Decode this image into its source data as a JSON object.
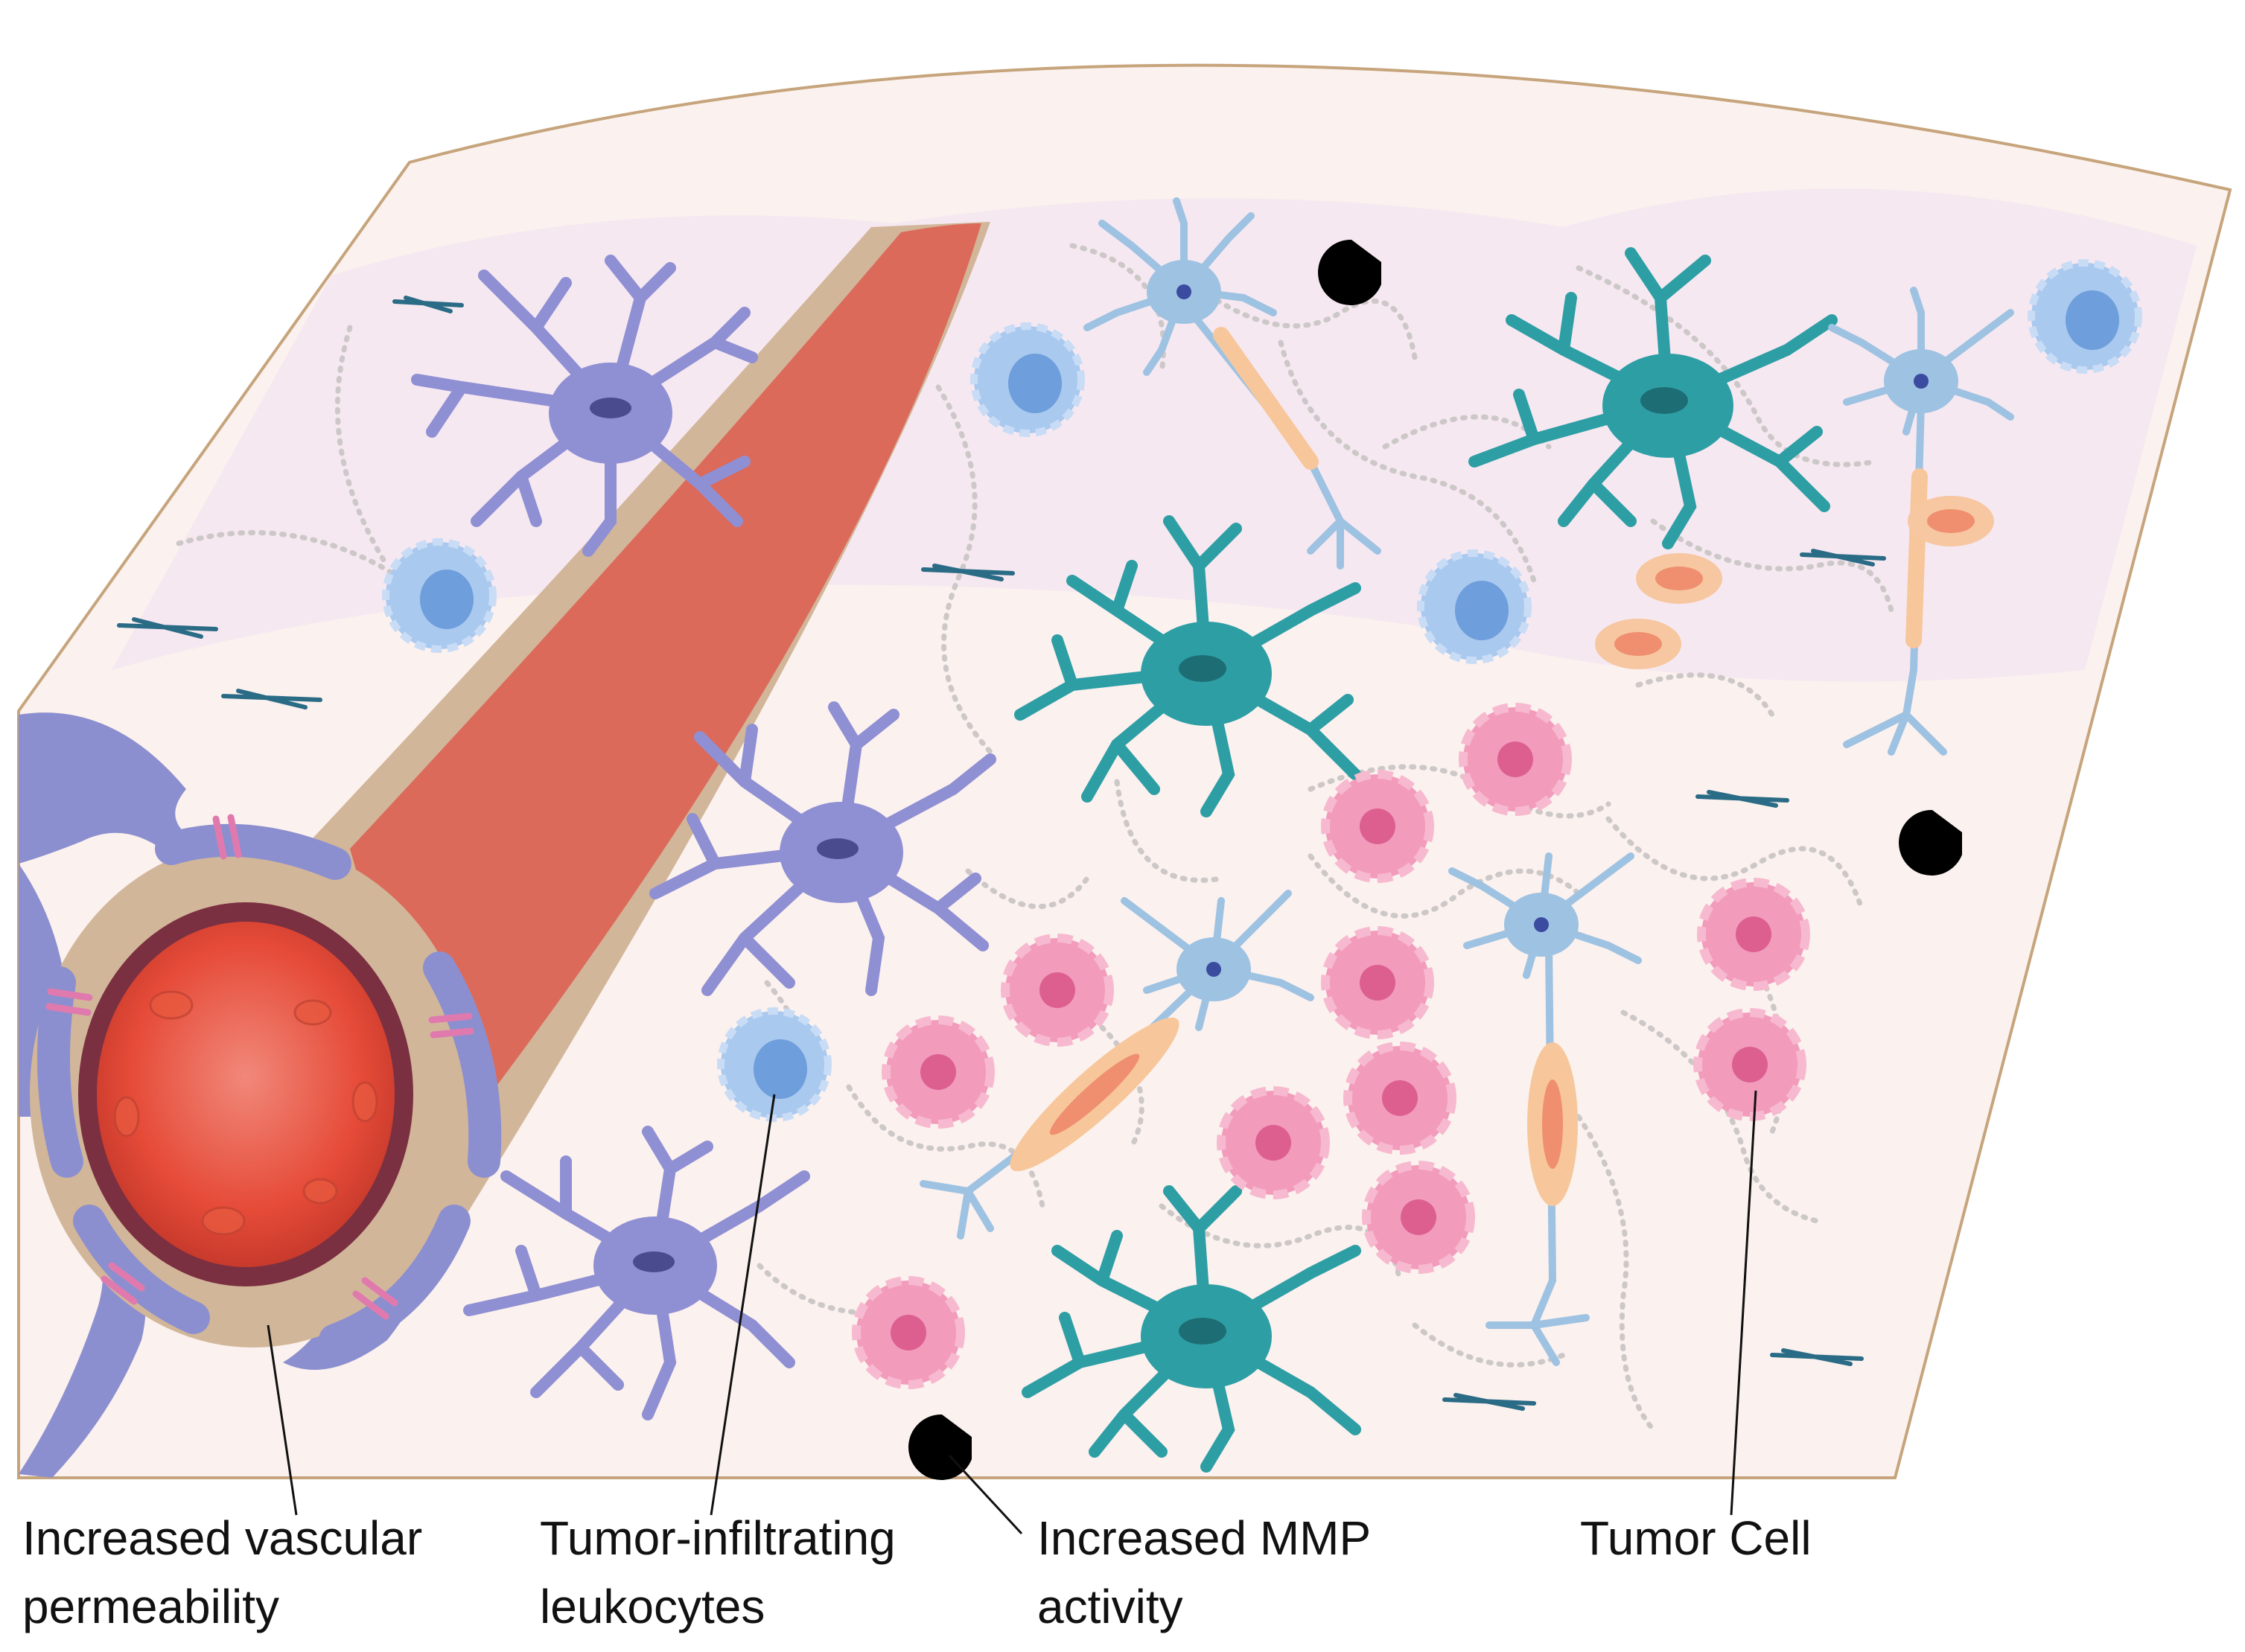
{
  "labels": {
    "vascular": {
      "line1": "Increased vascular",
      "line2": "permeability"
    },
    "leukocytes": {
      "line1": "Tumor-infiltrating",
      "line2": "leukocytes"
    },
    "mmp": {
      "line1": "Increased MMP",
      "line2": "activity"
    },
    "tumor": {
      "line1": "Tumor Cell"
    }
  },
  "colors": {
    "tissue_base": "#fbf1ee",
    "tissue_upper": "#f5e6f1",
    "tissue_border": "#c6a47c",
    "vessel_wall": "#d2b69a",
    "vessel_lumen": "#dc6a5a",
    "vessel_core": "#e54a3a",
    "endothelial": "#7a3040",
    "pericyte": "#8c8fcf",
    "junction": "#e07aae",
    "astrocyte_purple": "#8f8fd3",
    "astrocyte_teal": "#2e9ea5",
    "neuron": "#9ec2e2",
    "axon_sheath": "#f7c79b",
    "leukocyte": "#a9c9ef",
    "leukocyte_nucleus": "#6e9edb",
    "tumor": "#f29bbb",
    "tumor_nucleus": "#dc5f90",
    "rbc": "#f6c7a0",
    "mmp": "#000000",
    "ecm_fiber": "#cdc8c8",
    "fibroblast": "#2a6b86"
  }
}
